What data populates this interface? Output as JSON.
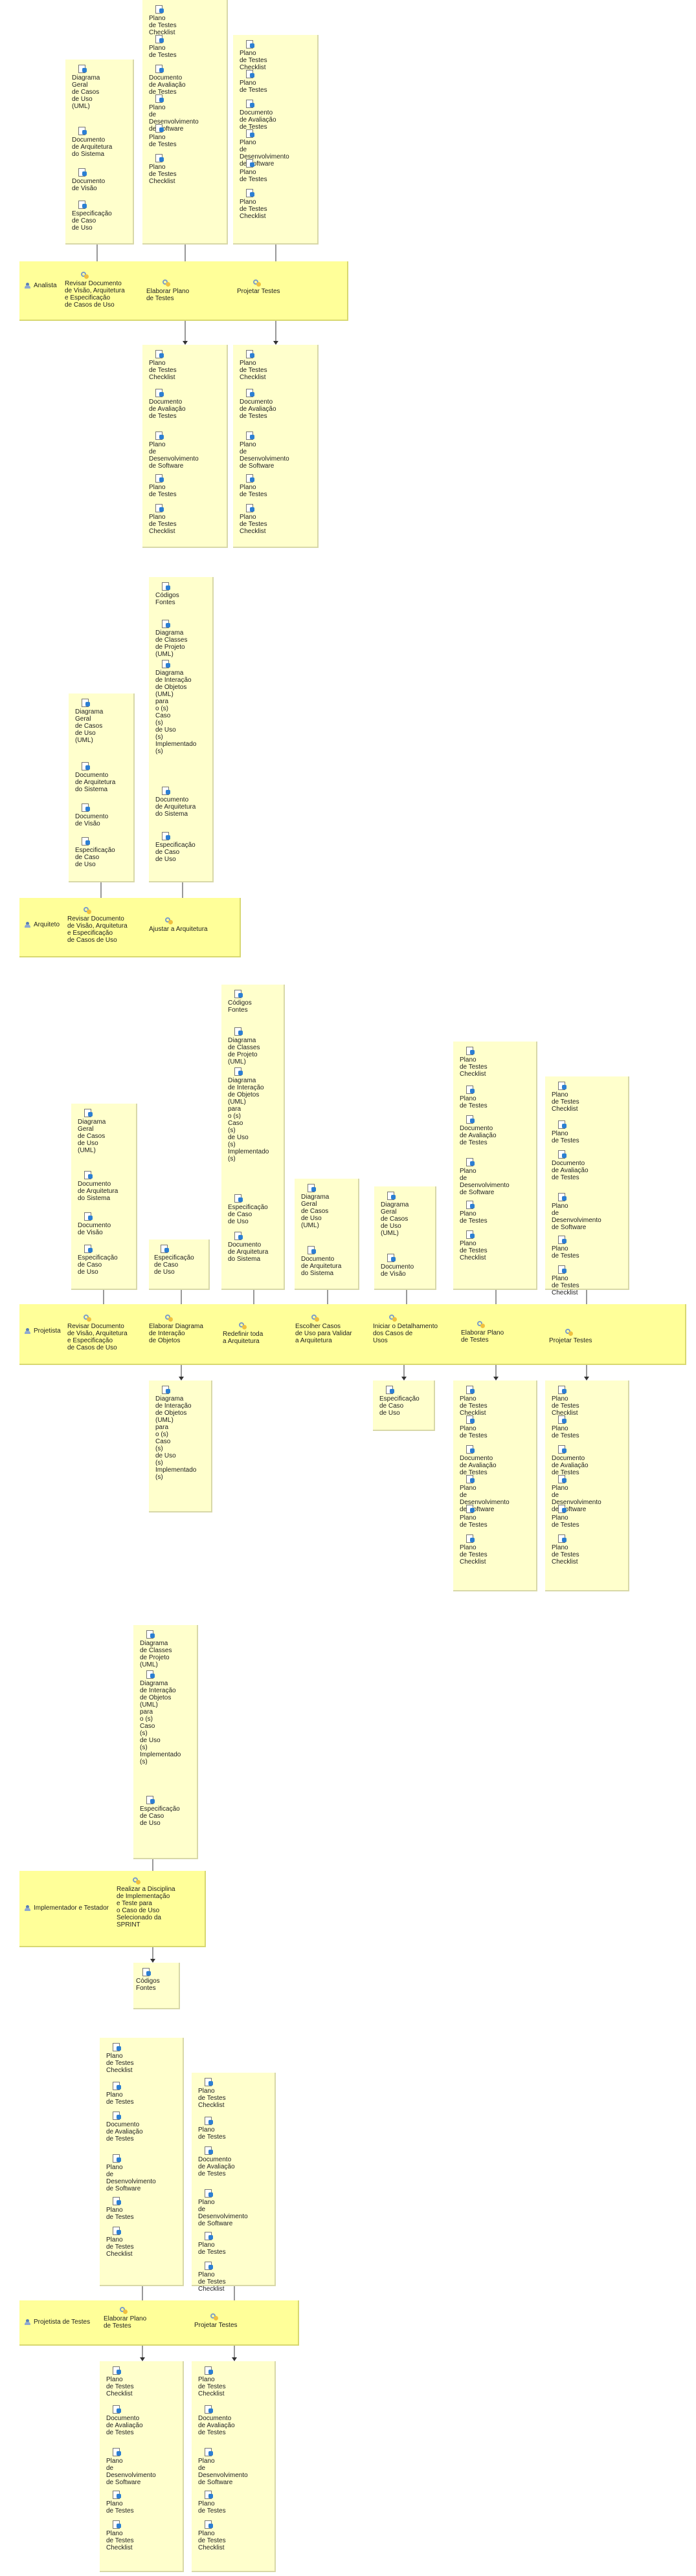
{
  "labels": {
    "plano_testes_checklist": "Plano\nde Testes\nChecklist",
    "plano_testes": "Plano\nde Testes",
    "doc_avaliacao_testes": "Documento\nde Avaliação\nde Testes",
    "plano_desenv_software": "Plano\nde Desenvolvimento\nde Software",
    "diagrama_geral_casos_uso": "Diagrama\nGeral\nde Casos\nde Uso\n(UML)",
    "doc_arquitetura": "Documento\nde Arquitetura\ndo Sistema",
    "doc_visao": "Documento\nde Visão",
    "especificacao_caso_uso": "Especificação\nde Caso\nde Uso",
    "codigos_fontes": "Códigos\nFontes",
    "diagrama_classes_projeto": "Diagrama\nde Classes\nde Projeto\n(UML)",
    "diagrama_interacao_objetos": "Diagrama\nde Interação\nde Objetos\n(UML)\npara\no (s)\nCaso\n(s)\nde Uso\n(s)\nImplementado\n(s)"
  },
  "roles": {
    "analista": "Analista",
    "arquiteto": "Arquiteto",
    "projetista": "Projetista",
    "implementador_testador": "Implementador e Testador",
    "projetista_testes": "Projetista de Testes"
  },
  "tasks": {
    "revisar_doc_visao": "Revisar Documento\nde Visão, Arquitetura\ne Especificação\nde Casos de Uso",
    "elaborar_plano_testes": "Elaborar Plano\nde Testes",
    "projetar_testes": "Projetar Testes",
    "ajustar_arquitetura": "Ajustar a Arquitetura",
    "elaborar_diagrama_interacao": "Elaborar Diagrama\nde Interação\nde Objetos",
    "redefinir_arquitetura": "Redefinir toda\na Arquitetura",
    "escolher_casos_uso": "Escolher Casos\nde Uso para Validar\na Arquitetura",
    "iniciar_detalhamento": "Iniciar o Detalhamento\ndos Casos de\nUsos",
    "realizar_disciplina": "Realizar a Disciplina\nde Implementação\ne Teste para\no Caso de Uso\nSelecionado da\nSPRINT"
  }
}
